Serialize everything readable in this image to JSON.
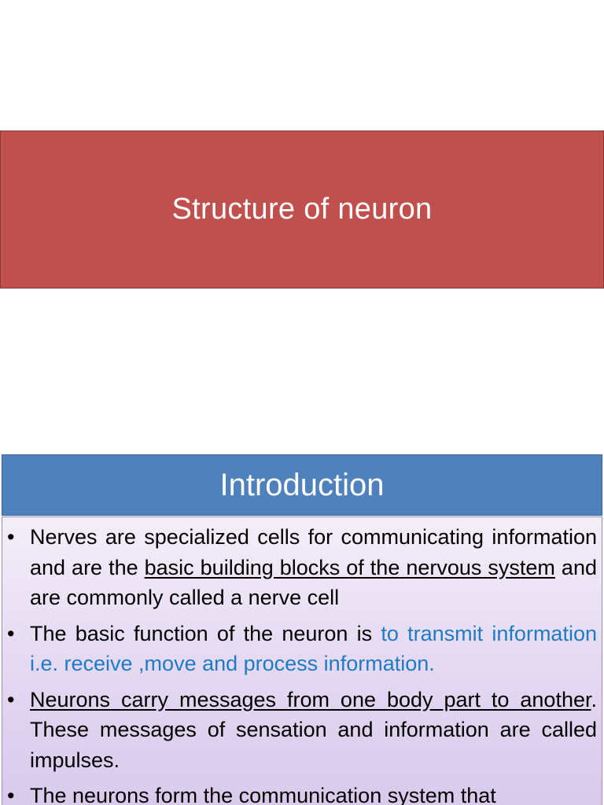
{
  "slide1": {
    "title": "Structure of neuron",
    "bg_color": "#c0504d"
  },
  "slide2": {
    "heading": "Introduction",
    "heading_bg_color": "#4f81bd",
    "highlight_color": "#1f7bc4",
    "bullet_symbol": "•",
    "bullets": [
      {
        "segments": [
          {
            "text": "Nerves are specialized cells for communicating information and are the "
          },
          {
            "text": "basic building blocks of the nervous system"
          },
          {
            "text": " and are commonly called a nerve cell"
          }
        ]
      },
      {
        "segments": [
          {
            "text": "The basic function of the neuron is "
          },
          {
            "text": "to transmit information i.e. receive ,move and process information."
          }
        ]
      },
      {
        "segments": [
          {
            "text": "Neurons carry messages from one body part to another"
          },
          {
            "text": ". These messages of sensation and information are called impulses."
          }
        ]
      },
      {
        "segments": [
          {
            "text": "The neurons form the communication system that"
          }
        ]
      }
    ]
  }
}
